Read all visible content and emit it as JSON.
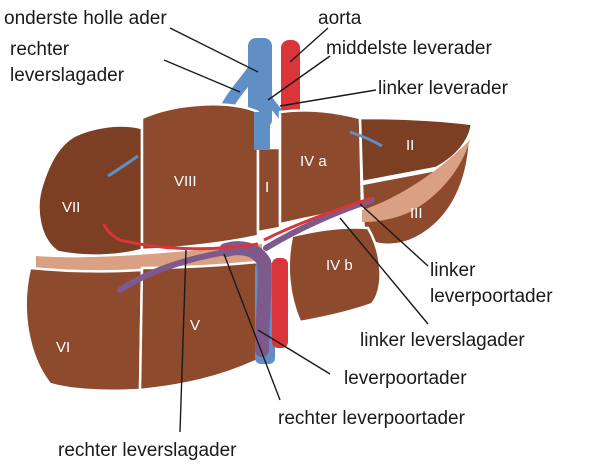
{
  "labels": {
    "inferior_vena_cava": "onderste holle ader",
    "aorta": "aorta",
    "right_hepatic_artery_top_line1": "rechter",
    "right_hepatic_artery_top_line2": "leverslagader",
    "middle_hepatic_vein": "middelste leverader",
    "left_hepatic_vein": "linker leverader",
    "left_portal_vein_line1": "linker",
    "left_portal_vein_line2": "leverpoortader",
    "left_hepatic_artery": "linker leverslagader",
    "portal_vein": "leverpoortader",
    "right_portal_vein": "rechter leverpoortader",
    "right_hepatic_artery_bottom": "rechter leverslagader"
  },
  "segments": {
    "I": "I",
    "II": "II",
    "III": "III",
    "IVa": "IV a",
    "IVb": "IV b",
    "V": "V",
    "VI": "VI",
    "VII": "VII",
    "VIII": "VIII"
  },
  "colors": {
    "liver": "#8e4a2c",
    "liver_band": "#d9a083",
    "vein_blue": "#5f8fc4",
    "artery_red": "#d9353b",
    "portal_purple": "#7e5a8c"
  }
}
